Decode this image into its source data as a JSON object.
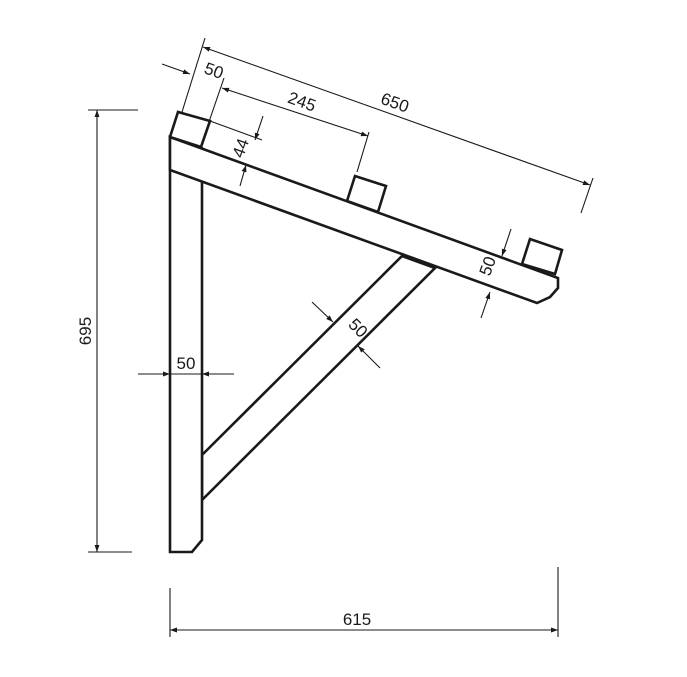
{
  "dimensions": {
    "total_height": "695",
    "total_depth": "615",
    "beam_length": "650",
    "end_offset": "50",
    "block_spacing": "245",
    "block_height": "44",
    "beam_width": "50",
    "post_width": "50",
    "brace_width": "50"
  },
  "colors": {
    "line": "#1a1a1a",
    "background": "#ffffff"
  }
}
